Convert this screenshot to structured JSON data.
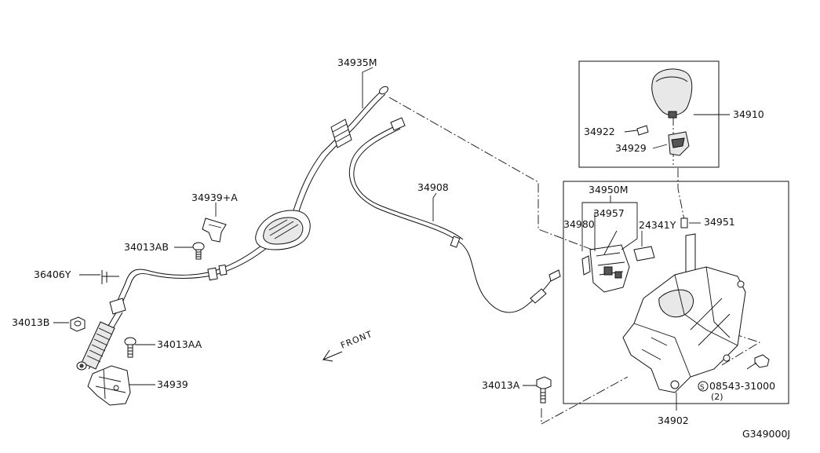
{
  "diagram": {
    "code": "G349000J",
    "front_label": "FRONT",
    "callouts": {
      "c34935M": "34935M",
      "c34908": "34908",
      "c34939A": "34939+A",
      "c34013AB": "34013AB",
      "c36406Y": "36406Y",
      "c34013B": "34013B",
      "c34013AA": "34013AA",
      "c34939": "34939",
      "c34910": "34910",
      "c34922": "34922",
      "c34929": "34929",
      "c34950M": "34950M",
      "c34957": "34957",
      "c34980": "34980",
      "c24341Y": "24341Y",
      "c34951": "34951",
      "c34013A": "34013A",
      "c08543": "08543-31000",
      "c08543_qty": "(2)",
      "c34902": "34902"
    }
  }
}
